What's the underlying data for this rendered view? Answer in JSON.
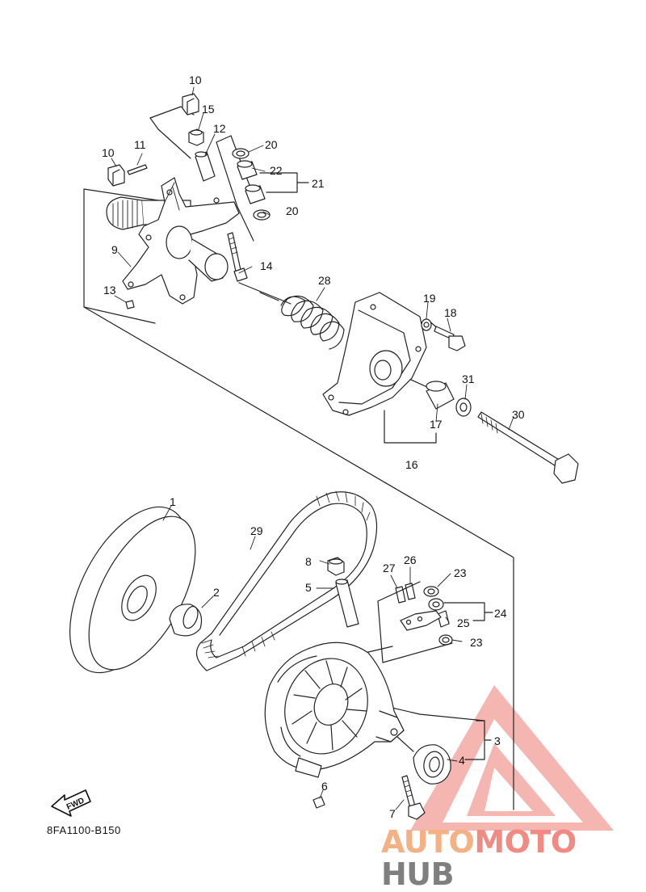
{
  "diagram_code": "8FA1100-B150",
  "fwd_label": "FWD",
  "watermark": {
    "part1": "AUTO",
    "part2": "MOTO",
    "part3": "HUB",
    "color1": "#f4b183",
    "color2": "#f08a82",
    "color3": "#7f7f7f"
  },
  "callouts": [
    "1",
    "2",
    "3",
    "4",
    "5",
    "6",
    "7",
    "8",
    "9",
    "10",
    "10",
    "11",
    "12",
    "13",
    "14",
    "15",
    "16",
    "17",
    "18",
    "19",
    "20",
    "20",
    "21",
    "22",
    "23",
    "23",
    "24",
    "25",
    "26",
    "27",
    "28",
    "29",
    "30",
    "31"
  ]
}
